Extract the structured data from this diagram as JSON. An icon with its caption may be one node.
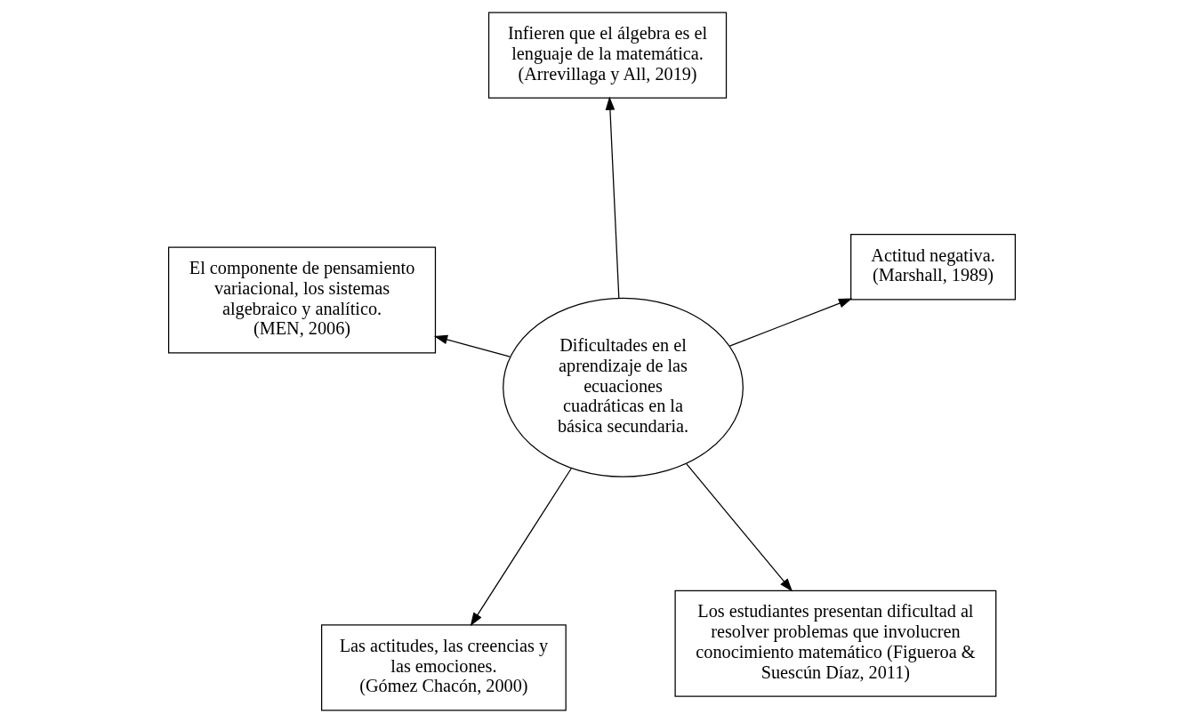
{
  "diagram": {
    "nodes": [
      {
        "text": [
          "Dificultades en el aprendizaje de las ecuaciones cuadráticas en la básica secundaria."
        ]
      },
      {
        "text": [
          "Los estudiantes presentan dificultad al resolver problemas que involucren conocimiento matemático (Figueroa & Suescún Díaz, 2011)"
        ]
      },
      {
        "text": [
          "Las actitudes, las creencias y las emociones.",
          "(Gómez Chacón, 2000)"
        ]
      },
      {
        "text": [
          "El componente de pensamiento variacional, los sistemas algebraico y analítico.",
          "(MEN, 2006)"
        ]
      },
      {
        "text": [
          "Actitud negativa.",
          "(Marshall, 1989)"
        ]
      },
      {
        "text": [
          "Infieren que el álgebra es el lenguaje de la matemática.",
          "(Arrevillaga y All, 2019)"
        ]
      }
    ],
    "edges": [
      {
        "from": 0,
        "to": 1,
        "arrow": "to"
      },
      {
        "from": 0,
        "to": 2,
        "arrow": "to"
      },
      {
        "from": 0,
        "to": 3,
        "arrow": "to"
      },
      {
        "from": 0,
        "to": 4,
        "arrow": "to"
      },
      {
        "from": 0,
        "to": 5,
        "arrow": "to"
      }
    ]
  }
}
